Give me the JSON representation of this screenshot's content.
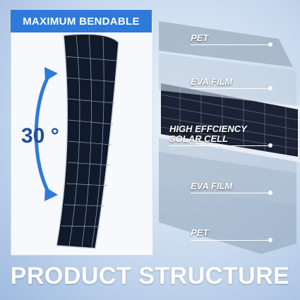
{
  "header": {
    "title": "MAXIMUM BENDABLE"
  },
  "bend": {
    "angle_label": "30 °"
  },
  "layers": [
    {
      "label": "PET"
    },
    {
      "label": "EVA FILM"
    },
    {
      "label": "HIGH EFFCIENCY\nSOLAR CELL"
    },
    {
      "label": "EVA FILM"
    },
    {
      "label": "PET"
    }
  ],
  "footer": {
    "title": "PRODUCT STRUCTURE"
  },
  "colors": {
    "accent": "#2d7ad8",
    "angle_text": "#1f4e98",
    "panel_cell": "#1a2233",
    "background": "#c9daee"
  },
  "icons": {
    "bend_arrow": "curved-double-arrow-icon"
  }
}
